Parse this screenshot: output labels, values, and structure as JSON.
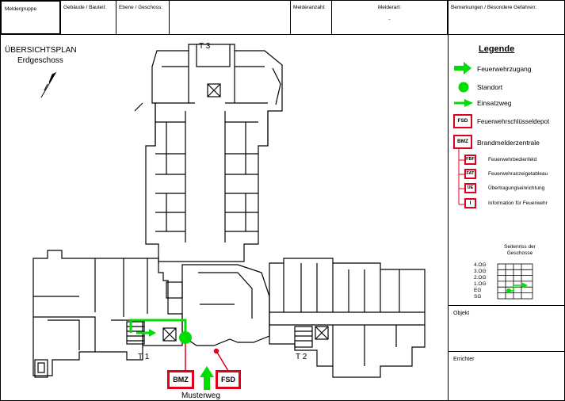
{
  "header": {
    "cells": [
      "Meldergruppe",
      "Gebäude / Bauteil:",
      "Ebene / Geschoss:",
      "",
      "Melderanzahl:",
      "Melderart:",
      "Bemerkungen / Besondere Gefahren:"
    ],
    "dash": "-"
  },
  "plan": {
    "title": "ÜBERSICHTSPLAN",
    "subtitle": "Erdgeschoss",
    "stair_labels": [
      "T 3",
      "T 1",
      "T 2"
    ],
    "bmz_label": "BMZ",
    "fsd_label": "FSD",
    "muster_label": "Musterweg"
  },
  "legend": {
    "title": "Legende",
    "feuerwehrzugang": "Feuerwehrzugang",
    "standort": "Standort",
    "einsatzweg": "Einsatzweg",
    "fsd_code": "FSD",
    "fsd": "Feuerwehrschlüsseldepot",
    "bmz_code": "BMZ",
    "bmz": "Brandmelderzentrale",
    "fbf_code": "FBF",
    "fbf": "Feuerwehrbedienfeld",
    "fat_code": "FAT",
    "fat": "Feuerwehranzeigetableau",
    "ue_code": "ÜE",
    "ue": "Übertragungseinrichtung",
    "info_code": "i",
    "info": "Information für Feuerwehr"
  },
  "section": {
    "title": "Seitenriss der Geschosse",
    "floors": [
      "4.OG",
      "3.OG",
      "2.OG",
      "1.OG",
      "EG",
      "SG"
    ]
  },
  "objekt_label": "Objekt",
  "errichter_label": "Errichter",
  "colors": {
    "green": "#00dd00",
    "red": "#e0001b"
  }
}
